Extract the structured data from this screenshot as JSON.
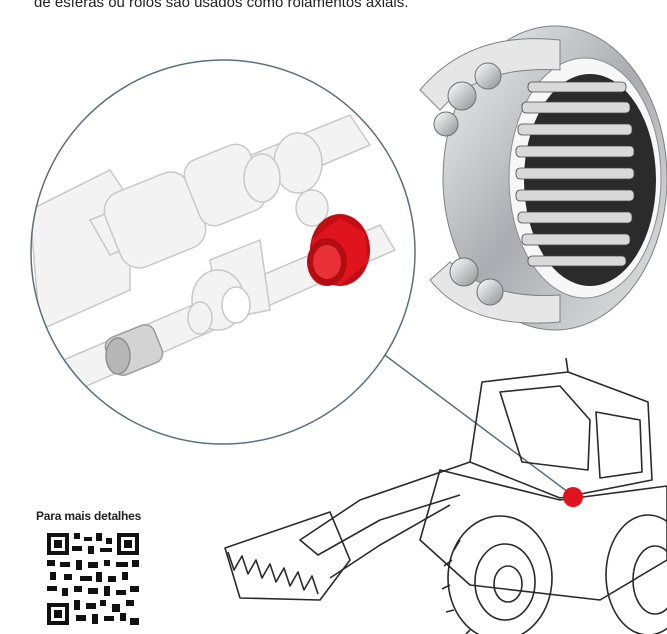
{
  "header": {
    "caption": "de esferas ou rolos são usados como rolamentos axiais."
  },
  "qr": {
    "title": "Para mais detalhes"
  },
  "colors": {
    "accent": "#e0141e",
    "line": "#5b6f7a",
    "steel": "#b9bcc0"
  },
  "icons": {
    "bearing": "bearing-illustration",
    "loader": "backhoe-loader-illustration",
    "qr": "qr-code-icon"
  }
}
